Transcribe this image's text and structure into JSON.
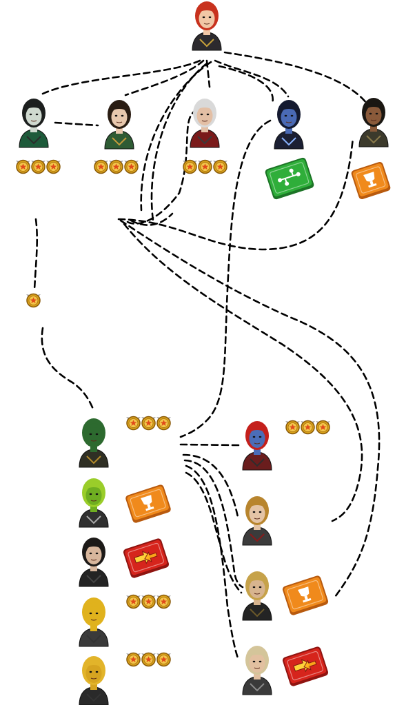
{
  "diagram": {
    "characters": [
      {
        "id": "root",
        "icon": "red-haired-heroine-portrait-icon",
        "hair": "#c8321e",
        "skin": "#f1c7a6",
        "suit": "#2c2a2e",
        "accent": "#c8a23a"
      },
      {
        "id": "c1",
        "icon": "horned-villainess-portrait-icon",
        "hair": "#1c1f1e",
        "skin": "#cfd9cf",
        "suit": "#1d5a3a",
        "accent": "#2b2b2b"
      },
      {
        "id": "c2",
        "icon": "trickster-god-portrait-icon",
        "hair": "#2a1d13",
        "skin": "#e8c8ad",
        "suit": "#2e5b34",
        "accent": "#c49a3a"
      },
      {
        "id": "c3",
        "icon": "bald-mastermind-portrait-icon",
        "hair": "#d9d9d9",
        "skin": "#e3bfa5",
        "suit": "#7a1a1a",
        "accent": "#3a3a3a"
      },
      {
        "id": "c4",
        "icon": "blue-warlord-portrait-icon",
        "hair": "#141a30",
        "skin": "#4a6ab5",
        "suit": "#1b1f33",
        "accent": "#8ab4ff"
      },
      {
        "id": "c5",
        "icon": "armored-warlord-portrait-icon",
        "hair": "#1a1712",
        "skin": "#8a5a3a",
        "suit": "#3c3a2c",
        "accent": "#8a7a4a"
      },
      {
        "id": "b1",
        "icon": "green-helmet-soldier-portrait-icon",
        "hair": "#2d6a2f",
        "skin": "#2d6a2f",
        "suit": "#2f2f24",
        "accent": "#b38a2a"
      },
      {
        "id": "b2",
        "icon": "green-visor-trooper-portrait-icon",
        "hair": "#9acd2a",
        "skin": "#6fae21",
        "suit": "#303030",
        "accent": "#aaaaaa"
      },
      {
        "id": "b3",
        "icon": "dark-knight-portrait-icon",
        "hair": "#1d1a18",
        "skin": "#d8b69c",
        "suit": "#242424",
        "accent": "#444444"
      },
      {
        "id": "b4",
        "icon": "gold-robot-portrait-icon",
        "hair": "#e0b21d",
        "skin": "#e0b21d",
        "suit": "#3a3a3a",
        "accent": "#333333"
      },
      {
        "id": "b5",
        "icon": "gold-visor-robot-portrait-icon",
        "hair": "#e2b42a",
        "skin": "#d6a420",
        "suit": "#2a2a2a",
        "accent": "#333333"
      },
      {
        "id": "r1",
        "icon": "blue-mohawk-pirate-portrait-icon",
        "hair": "#c4201c",
        "skin": "#4b6db8",
        "suit": "#6a1d1d",
        "accent": "#2d2d2d"
      },
      {
        "id": "r2",
        "icon": "blond-thunder-god-portrait-icon",
        "hair": "#b8852e",
        "skin": "#e4c4a6",
        "suit": "#3b3b3b",
        "accent": "#8a1a1a"
      },
      {
        "id": "r3",
        "icon": "horned-helmet-warrior-portrait-icon",
        "hair": "#c6a24a",
        "skin": "#d7b48f",
        "suit": "#242424",
        "accent": "#6d5a2a"
      },
      {
        "id": "r4",
        "icon": "winged-helmet-warrior-portrait-icon",
        "hair": "#d4c59a",
        "skin": "#e2c0a0",
        "suit": "#3a3a3a",
        "accent": "#8a8a8a"
      }
    ],
    "medal_groups": [
      {
        "id": "m-c1",
        "count": 3,
        "icon": "gold-star-medal-icon"
      },
      {
        "id": "m-c2",
        "count": 3,
        "icon": "gold-star-medal-icon"
      },
      {
        "id": "m-c3",
        "count": 3,
        "icon": "gold-star-medal-icon"
      },
      {
        "id": "m-left",
        "count": 1,
        "icon": "gold-star-medal-icon"
      },
      {
        "id": "m-b1",
        "count": 3,
        "icon": "gold-star-medal-icon"
      },
      {
        "id": "m-r1",
        "count": 3,
        "icon": "gold-star-medal-icon"
      },
      {
        "id": "m-b4",
        "count": 3,
        "icon": "gold-star-medal-icon"
      },
      {
        "id": "m-b5",
        "count": 3,
        "icon": "gold-star-medal-icon"
      }
    ],
    "tickets": [
      {
        "id": "t-green",
        "icon": "green-network-ticket-icon",
        "color": "#2fae3a",
        "dark": "#1c7426"
      },
      {
        "id": "t-gold1",
        "icon": "orange-trophy-ticket-icon",
        "color": "#f08a1c",
        "dark": "#b85a0e"
      },
      {
        "id": "t-gold2",
        "icon": "orange-trophy-ticket-icon",
        "color": "#f08a1c",
        "dark": "#b85a0e"
      },
      {
        "id": "t-gold3",
        "icon": "orange-trophy-ticket-icon",
        "color": "#f08a1c",
        "dark": "#b85a0e"
      },
      {
        "id": "t-red1",
        "icon": "red-arrows-ticket-icon",
        "color": "#d6241c",
        "dark": "#8f1410"
      },
      {
        "id": "t-red2",
        "icon": "red-arrows-ticket-icon",
        "color": "#d6241c",
        "dark": "#8f1410"
      }
    ],
    "colors": {
      "line": "#000000",
      "medal_gold": "#d9a21a",
      "medal_rim": "#8a5a0a",
      "star": "#e04a1a"
    }
  }
}
